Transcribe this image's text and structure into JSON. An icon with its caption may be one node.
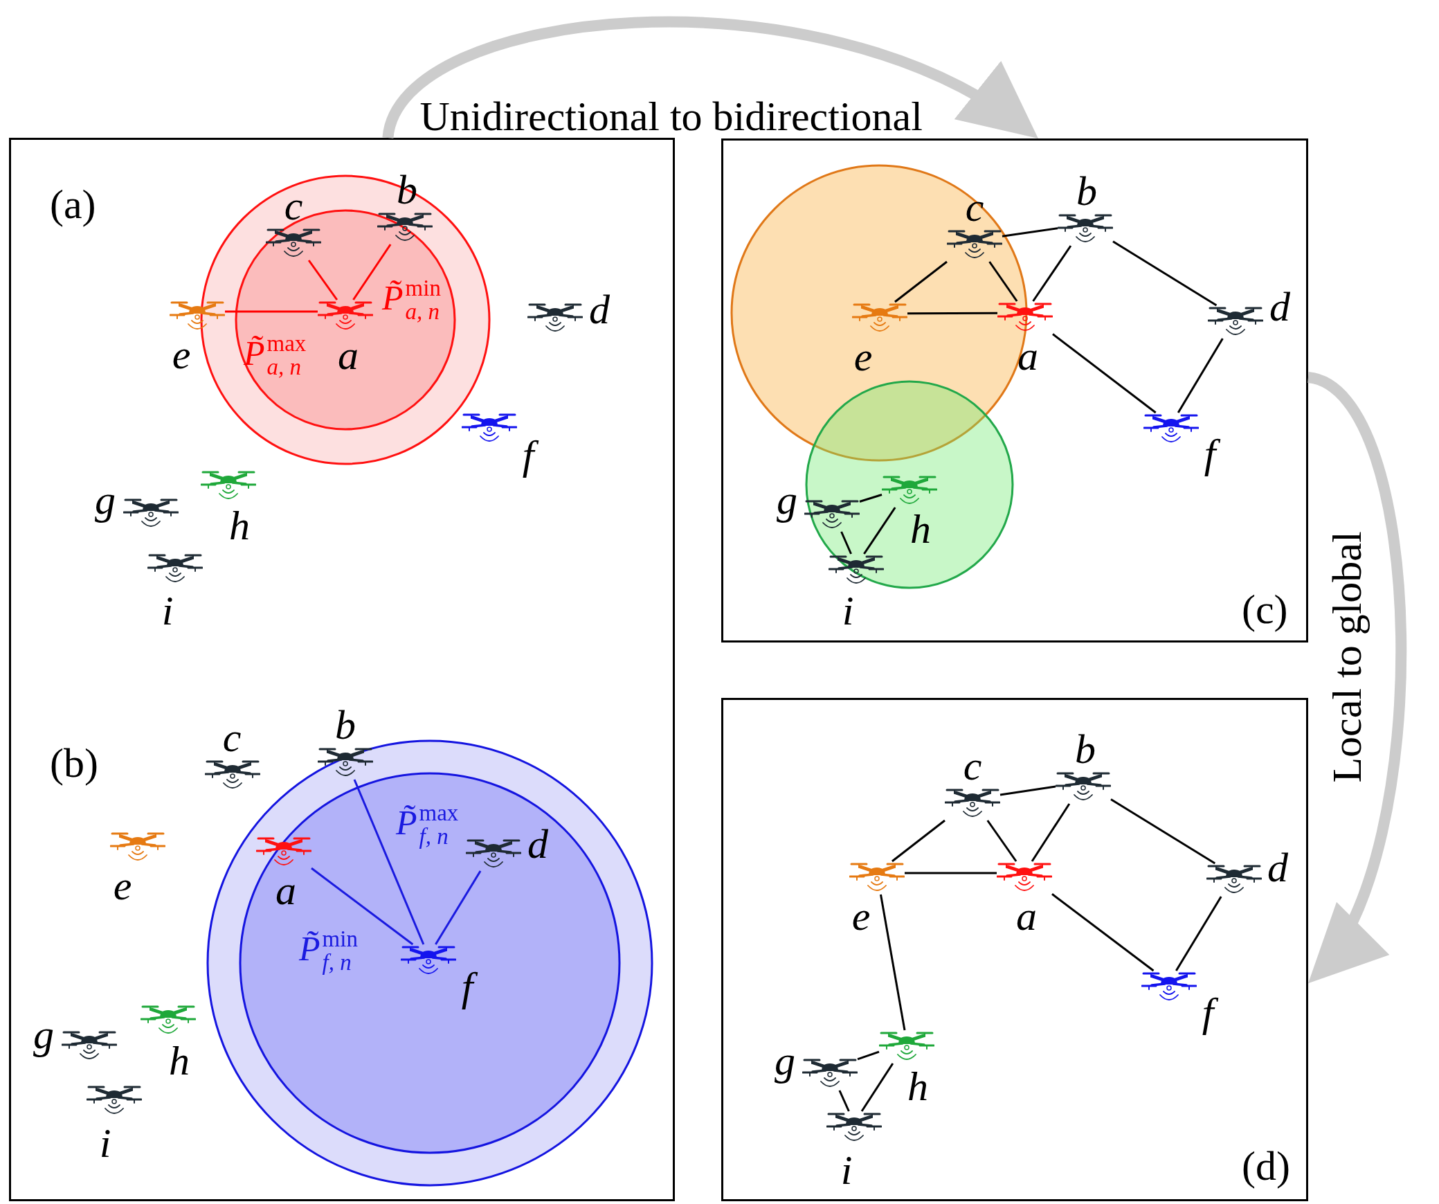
{
  "diagram": {
    "nodes": [
      {
        "text": [
          "(a)",
          "(b)"
        ]
      },
      {
        "text": [],
        "shape": "picture",
        "beside": [
          "a"
        ],
        "in": 0
      },
      {
        "text": [],
        "shape": "picture",
        "beside": [
          "b"
        ],
        "in": 0
      },
      {
        "text": [],
        "shape": "picture",
        "beside": [
          "c"
        ],
        "in": 0
      },
      {
        "text": [],
        "shape": "picture",
        "beside": [
          "d"
        ],
        "in": 0
      },
      {
        "text": [],
        "shape": "picture",
        "beside": [
          "e"
        ],
        "in": 0
      },
      {
        "text": [],
        "shape": "picture",
        "beside": [
          "f"
        ],
        "in": 0
      },
      {
        "text": [],
        "shape": "picture",
        "beside": [
          "g"
        ],
        "in": 0
      },
      {
        "text": [],
        "shape": "picture",
        "beside": [
          "h"
        ],
        "in": 0
      },
      {
        "text": [],
        "shape": "picture",
        "beside": [
          "i"
        ],
        "in": 0
      },
      {
        "text": [],
        "shape": "picture",
        "beside": [
          "a"
        ],
        "in": 0
      },
      {
        "text": [],
        "shape": "picture",
        "beside": [
          "b"
        ],
        "in": 0
      },
      {
        "text": [],
        "shape": "picture",
        "beside": [
          "c"
        ],
        "in": 0
      },
      {
        "text": [],
        "shape": "picture",
        "beside": [
          "d"
        ],
        "in": 0
      },
      {
        "text": [],
        "shape": "picture",
        "beside": [
          "e"
        ],
        "in": 0
      },
      {
        "text": [],
        "shape": "picture",
        "beside": [
          "f"
        ],
        "in": 0
      },
      {
        "text": [],
        "shape": "picture",
        "beside": [
          "g"
        ],
        "in": 0
      },
      {
        "text": [],
        "shape": "picture",
        "beside": [
          "h"
        ],
        "in": 0
      },
      {
        "text": [],
        "shape": "picture",
        "beside": [
          "i"
        ],
        "in": 0
      },
      {
        "text": [
          "(c)"
        ]
      },
      {
        "text": [],
        "shape": "picture",
        "beside": [
          "a"
        ],
        "in": 19
      },
      {
        "text": [],
        "shape": "picture",
        "beside": [
          "b"
        ],
        "in": 19
      },
      {
        "text": [],
        "shape": "picture",
        "beside": [
          "c"
        ],
        "in": 19
      },
      {
        "text": [],
        "shape": "picture",
        "beside": [
          "d"
        ],
        "in": 19
      },
      {
        "text": [],
        "shape": "picture",
        "beside": [
          "e"
        ],
        "in": 19
      },
      {
        "text": [],
        "shape": "picture",
        "beside": [
          "f"
        ],
        "in": 19
      },
      {
        "text": [],
        "shape": "picture",
        "beside": [
          "g"
        ],
        "in": 19
      },
      {
        "text": [],
        "shape": "picture",
        "beside": [
          "h"
        ],
        "in": 19
      },
      {
        "text": [],
        "shape": "picture",
        "beside": [
          "i"
        ],
        "in": 19
      },
      {
        "text": [
          "(d)"
        ]
      },
      {
        "text": [],
        "shape": "picture",
        "beside": [
          "a"
        ],
        "in": 29
      },
      {
        "text": [],
        "shape": "picture",
        "beside": [
          "b"
        ],
        "in": 29
      },
      {
        "text": [],
        "shape": "picture",
        "beside": [
          "c"
        ],
        "in": 29
      },
      {
        "text": [],
        "shape": "picture",
        "beside": [
          "d"
        ],
        "in": 29
      },
      {
        "text": [],
        "shape": "picture",
        "beside": [
          "e"
        ],
        "in": 29
      },
      {
        "text": [],
        "shape": "picture",
        "beside": [
          "f"
        ],
        "in": 29
      },
      {
        "text": [],
        "shape": "picture",
        "beside": [
          "g"
        ],
        "in": 29
      },
      {
        "text": [],
        "shape": "picture",
        "beside": [
          "h"
        ],
        "in": 29
      },
      {
        "text": [],
        "shape": "picture",
        "beside": [
          "i"
        ],
        "in": 29
      }
    ],
    "edges": [
      {
        "from": 1,
        "to": 3,
        "arrow": "none",
        "color": "#ff0000"
      },
      {
        "from": 1,
        "to": 2,
        "arrow": "none",
        "color": "#ff0000"
      },
      {
        "from": 1,
        "to": 5,
        "arrow": "none",
        "color": "#ff0000"
      },
      {
        "from": 15,
        "to": 10,
        "arrow": "none",
        "color": "#1a1ae0"
      },
      {
        "from": 15,
        "to": 11,
        "arrow": "none",
        "color": "#1a1ae0"
      },
      {
        "from": 15,
        "to": 13,
        "arrow": "none",
        "color": "#1a1ae0"
      },
      {
        "from": 22,
        "to": 21,
        "arrow": "none"
      },
      {
        "from": 22,
        "to": 24,
        "arrow": "none"
      },
      {
        "from": 22,
        "to": 20,
        "arrow": "none"
      },
      {
        "from": 21,
        "to": 20,
        "arrow": "none"
      },
      {
        "from": 21,
        "to": 23,
        "arrow": "none"
      },
      {
        "from": 24,
        "to": 20,
        "arrow": "none"
      },
      {
        "from": 20,
        "to": 25,
        "arrow": "none"
      },
      {
        "from": 23,
        "to": 25,
        "arrow": "none"
      },
      {
        "from": 26,
        "to": 27,
        "arrow": "none"
      },
      {
        "from": 26,
        "to": 28,
        "arrow": "none"
      },
      {
        "from": 27,
        "to": 28,
        "arrow": "none"
      },
      {
        "from": 32,
        "to": 31,
        "arrow": "none"
      },
      {
        "from": 32,
        "to": 34,
        "arrow": "none"
      },
      {
        "from": 32,
        "to": 30,
        "arrow": "none"
      },
      {
        "from": 31,
        "to": 30,
        "arrow": "none"
      },
      {
        "from": 31,
        "to": 33,
        "arrow": "none"
      },
      {
        "from": 34,
        "to": 30,
        "arrow": "none"
      },
      {
        "from": 30,
        "to": 35,
        "arrow": "none"
      },
      {
        "from": 33,
        "to": 35,
        "arrow": "none"
      },
      {
        "from": 34,
        "to": 37,
        "arrow": "none"
      },
      {
        "from": 36,
        "to": 37,
        "arrow": "none"
      },
      {
        "from": 36,
        "to": 38,
        "arrow": "none"
      },
      {
        "from": 37,
        "to": 38,
        "arrow": "none"
      },
      {
        "from": 0,
        "to": 19,
        "arrow": "to",
        "label": "Unidirectional to bidirectional",
        "style": "thick",
        "color": "#cccccc"
      },
      {
        "from": 19,
        "to": 29,
        "arrow": "to",
        "label": "Local to global",
        "style": "thick",
        "color": "#cccccc"
      }
    ],
    "labels": [
      "P̃$^{min}$$_{a, n}$",
      "P̃$^{max}$$_{a, n}$",
      "P̃$^{max}$$_{f, n}$",
      "P̃$^{min}$$_{f, n}$"
    ]
  }
}
